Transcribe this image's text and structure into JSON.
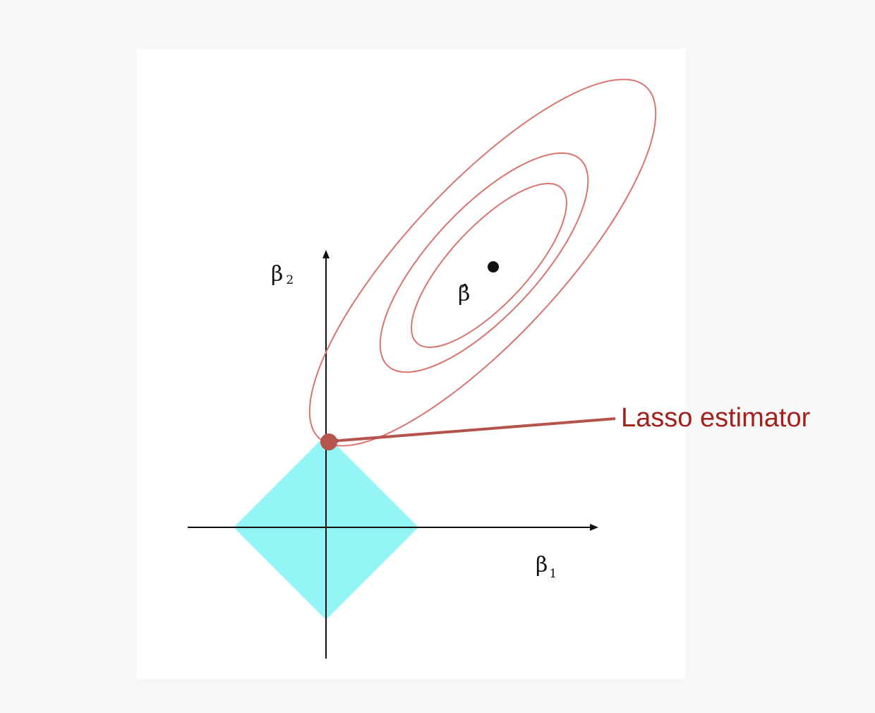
{
  "diagram": {
    "x_axis_label": "β",
    "x_axis_subscript": "1",
    "y_axis_label": "β",
    "y_axis_subscript": "2",
    "estimate_label": "β̂",
    "callout_label": "Lasso estimator"
  },
  "colors": {
    "page_background": "#f8f8f8",
    "panel_background": "#ffffff",
    "constraint_region": "#94f5f7",
    "contour_lines": "#d9746f",
    "axes": "#111111",
    "callout": "#a3211d",
    "lasso_point": "#b5534d",
    "arrow": "#b5534d"
  }
}
